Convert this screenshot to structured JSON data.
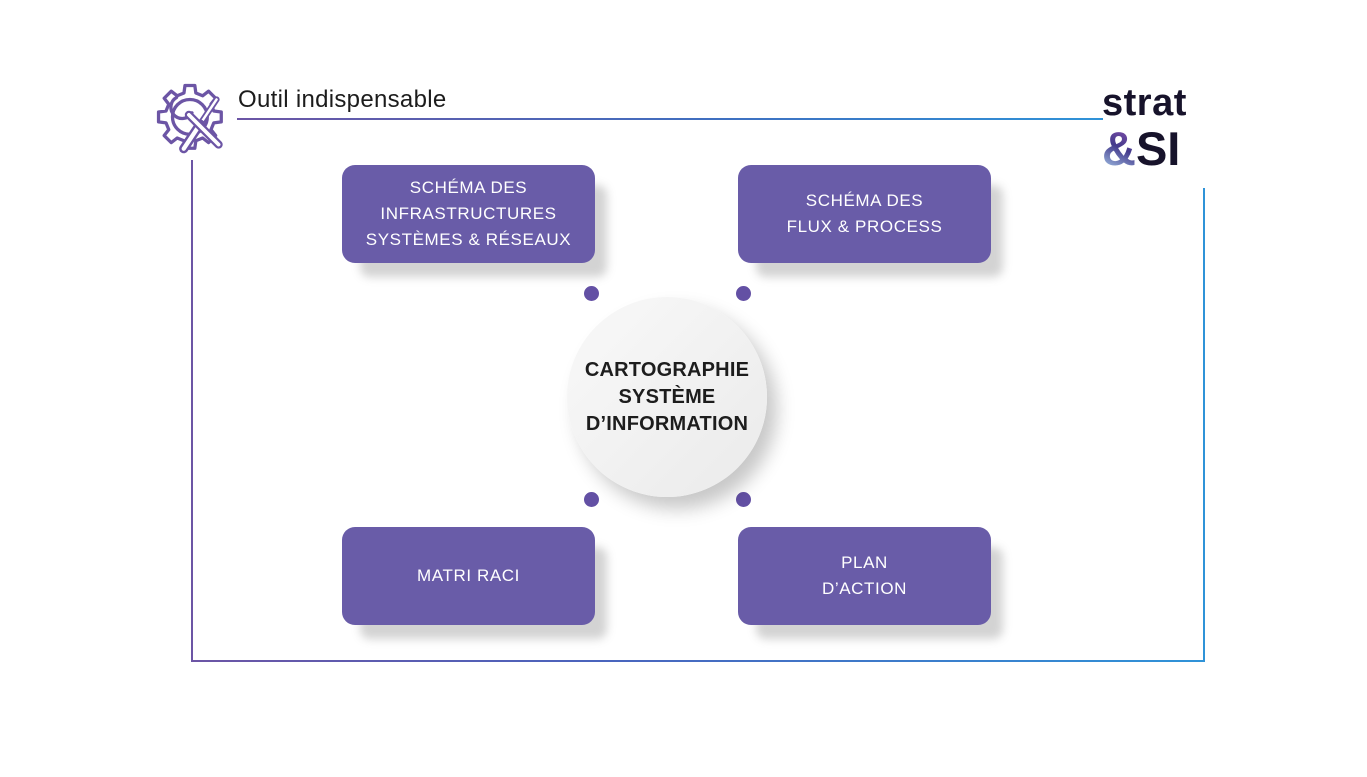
{
  "header": {
    "title": "Outil indispensable"
  },
  "logo": {
    "top": "strat",
    "amp": "&",
    "bottom": "SI"
  },
  "center_circle": {
    "line1": "CARTOGRAPHIE",
    "line2": "SYSTÈME",
    "line3": "D’INFORMATION"
  },
  "boxes": {
    "top_left": {
      "line1": "SCHÉMA DES",
      "line2": "INFRASTRUCTURES",
      "line3": "SYSTÈMES & RÉSEAUX"
    },
    "top_right": {
      "line1": "SCHÉMA DES",
      "line2": "FLUX & PROCESS"
    },
    "bottom_left": {
      "line1": "MATRI RACI"
    },
    "bottom_right": {
      "line1": "PLAN",
      "line2": "D’ACTION"
    }
  },
  "icons": {
    "tools": "gear-with-wrench-and-screwdriver"
  },
  "colors": {
    "box_purple": "#695CA8",
    "dot_purple": "#6350A4",
    "line_purple": "#6C55A5",
    "line_blue": "#2F93D8",
    "circle_fill": "#EFEFEF",
    "text_dark": "#1D1D1D",
    "logo_dark": "#17132B"
  }
}
